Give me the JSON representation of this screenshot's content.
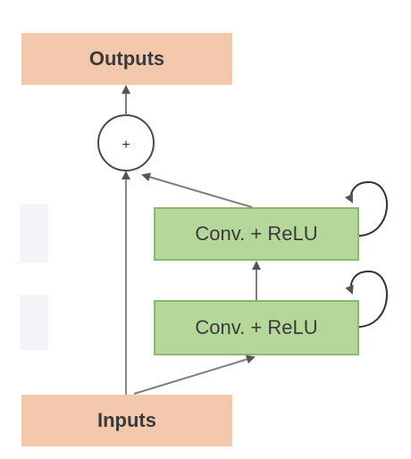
{
  "diagram": {
    "outputs_label": "Outputs",
    "inputs_label": "Inputs",
    "sum_label": "+",
    "conv_top_label": "Conv. + ReLU",
    "conv_bottom_label": "Conv. + ReLU"
  },
  "colors": {
    "io_fill": "#f4c8ad",
    "conv_fill": "#b5d89a",
    "conv_border": "#8db873",
    "arrow": "#7f7f7f",
    "arrow_head": "#555555"
  }
}
